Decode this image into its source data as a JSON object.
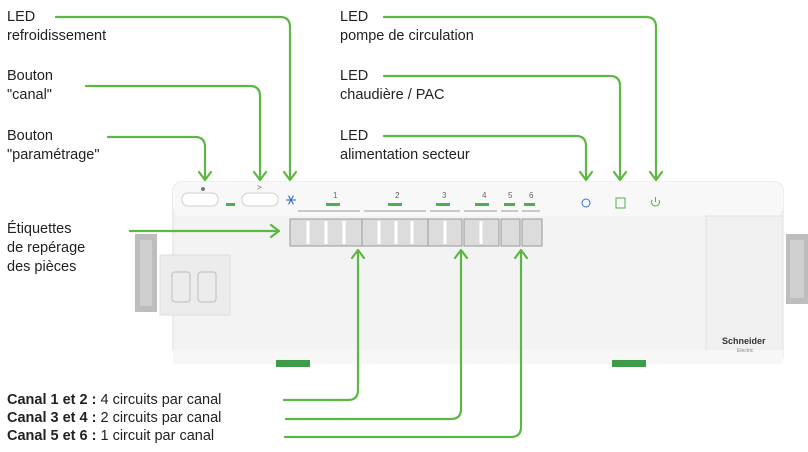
{
  "callouts": {
    "led_cooling": {
      "line1": "LED",
      "line2": "refroidissement"
    },
    "button_channel": {
      "line1": "Bouton",
      "line2": "\"canal\""
    },
    "button_settings": {
      "line1": "Bouton",
      "line2": "\"paramétrage\""
    },
    "room_labels": {
      "line1": "Étiquettes",
      "line2": "de repérage",
      "line3": "des pièces"
    },
    "led_pump": {
      "line1": "LED",
      "line2": "pompe de circulation"
    },
    "led_boiler": {
      "line1": "LED",
      "line2": "chaudière / PAC"
    },
    "led_power": {
      "line1": "LED",
      "line2": "alimentation secteur"
    }
  },
  "channel_notes": [
    {
      "bold": "Canal 1 et 2 :",
      "text": " 4 circuits par canal"
    },
    {
      "bold": "Canal 3 et 4 :",
      "text": " 2 circuits par canal"
    },
    {
      "bold": "Canal 5 et 6 :",
      "text": " 1 circuit par canal"
    }
  ],
  "device": {
    "channel_numbers": [
      "1",
      "2",
      "3",
      "4",
      "5",
      "6"
    ],
    "brand": "Schneider",
    "brand_sub": "Electric",
    "button_symbol": ">"
  },
  "colors": {
    "arrow": "#5cb842",
    "led": "#4caf50",
    "device_body": "#f4f4f4",
    "rail": "#b5b5b5",
    "snowflake": "#3b6fd6"
  }
}
